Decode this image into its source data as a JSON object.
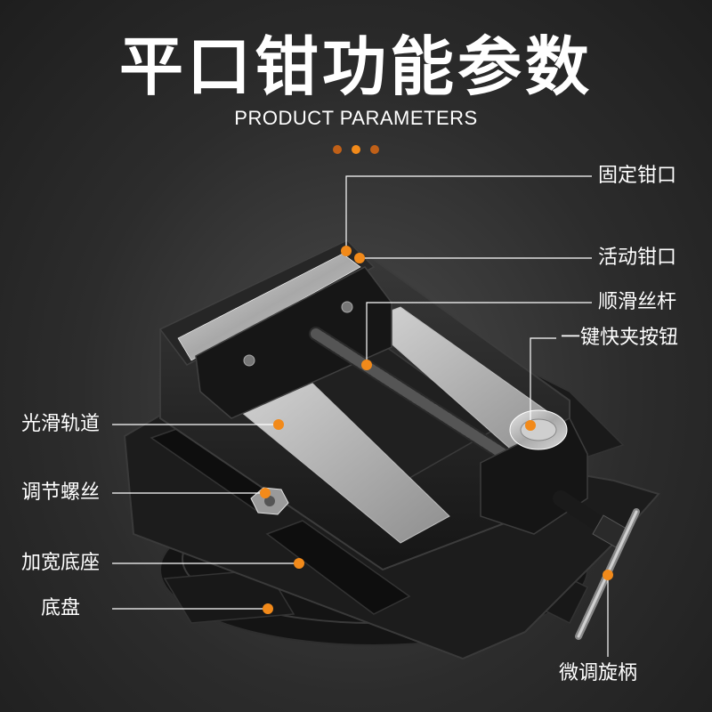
{
  "header": {
    "title": "平口钳功能参数",
    "subtitle": "PRODUCT PARAMETERS"
  },
  "labels": {
    "fixed_jaw": "固定钳口",
    "movable_jaw": "活动钳口",
    "lead_screw": "顺滑丝杆",
    "quick_button": "一键快夹按钮",
    "smooth_rail": "光滑轨道",
    "adjust_screw": "调节螺丝",
    "wide_base": "加宽底座",
    "chassis": "底盘",
    "fine_handle": "微调旋柄"
  },
  "colors": {
    "accent": "#f28a1a",
    "background": "#2c2c2c",
    "text": "#ffffff"
  }
}
